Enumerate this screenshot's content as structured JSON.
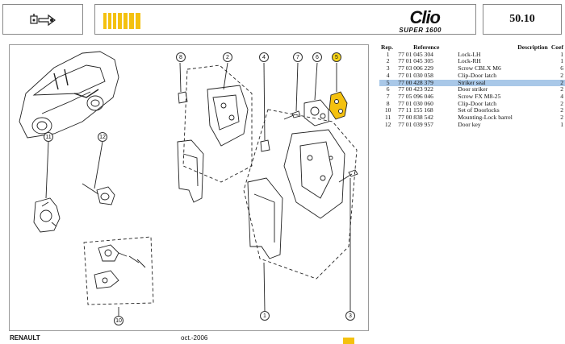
{
  "header": {
    "brand_name": "Clio",
    "brand_sub": "SUPER 1600",
    "page_number": "50.10",
    "accent_color": "#f4c10f"
  },
  "diagram": {
    "callouts": [
      "1",
      "2",
      "3",
      "4",
      "5",
      "6",
      "7",
      "8",
      "10",
      "11",
      "12"
    ],
    "highlighted_callout": "5"
  },
  "parts_table": {
    "columns": [
      "Rep.",
      "Reference",
      "Description",
      "Coef"
    ],
    "rows": [
      {
        "rep": "1",
        "ref": "77 01 045 304",
        "desc": "Lock-LH",
        "coef": "1"
      },
      {
        "rep": "2",
        "ref": "77 01 045 305",
        "desc": "Lock-RH",
        "coef": "1"
      },
      {
        "rep": "3",
        "ref": "77 03 006 229",
        "desc": "Screw CBLX M6",
        "coef": "6"
      },
      {
        "rep": "4",
        "ref": "77 01 030 058",
        "desc": "Clip-Door latch",
        "coef": "2"
      },
      {
        "rep": "5",
        "ref": "77 00 428 379",
        "desc": "Striker seal",
        "coef": "2"
      },
      {
        "rep": "6",
        "ref": "77 00 423 922",
        "desc": "Door striker",
        "coef": "2"
      },
      {
        "rep": "7",
        "ref": "77 05 096 046",
        "desc": "Screw FX M8-25",
        "coef": "4"
      },
      {
        "rep": "8",
        "ref": "77 01 030 060",
        "desc": "Clip-Door latch",
        "coef": "2"
      },
      {
        "rep": "10",
        "ref": "77 11 155 168",
        "desc": "Set of Doorlocks",
        "coef": "2"
      },
      {
        "rep": "11",
        "ref": "77 00 838 542",
        "desc": "Mounting-Lock barrel",
        "coef": "2"
      },
      {
        "rep": "12",
        "ref": "77 01 039 957",
        "desc": "Door key",
        "coef": "1"
      }
    ],
    "selected_rep": "5",
    "selected_color": "#a9c8e8"
  },
  "footer": {
    "brand": "RENAULT",
    "date": "oct.-2006"
  }
}
